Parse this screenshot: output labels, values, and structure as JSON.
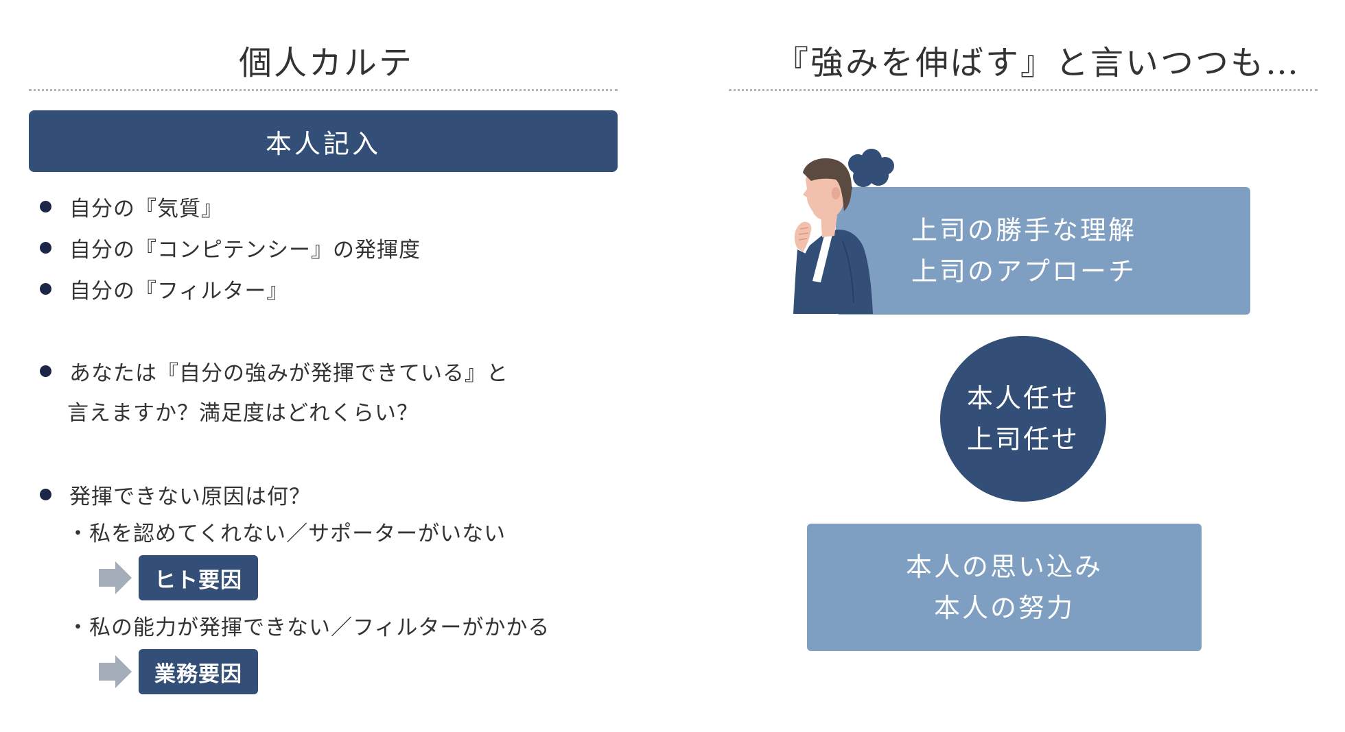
{
  "left": {
    "title": "個人カルテ",
    "banner": "本人記入",
    "bullets": [
      "自分の『気質』",
      "自分の『コンピテンシー』の発揮度",
      "自分の『フィルター』"
    ],
    "question1": {
      "line1": "あなたは『自分の強みが発揮できている』と",
      "line2": "言えますか？満足度はどれくらい？"
    },
    "question2": {
      "bullet": "発揮できない原因は何？",
      "reason1": "・私を認めてくれない／サポーターがいない",
      "tag1": "ヒト要因",
      "reason2": "・私の能力が発揮できない／フィルターがかかる",
      "tag2": "業務要因"
    }
  },
  "right": {
    "title": "『強みを伸ばす』と言いつつも…",
    "box_top": {
      "line1": "上司の勝手な理解",
      "line2": "上司のアプローチ"
    },
    "circle": {
      "line1": "本人任せ",
      "line2": "上司任せ"
    },
    "box_bottom": {
      "line1": "本人の思い込み",
      "line2": "本人の努力"
    }
  },
  "colors": {
    "navy": "#334f78",
    "light_blue": "#7f9fc2",
    "bullet": "#1c2647",
    "arrow": "#a4adb9"
  },
  "icons": {
    "thinking_person": "thinking-man-illustration",
    "arrow": "right-arrow-icon"
  }
}
